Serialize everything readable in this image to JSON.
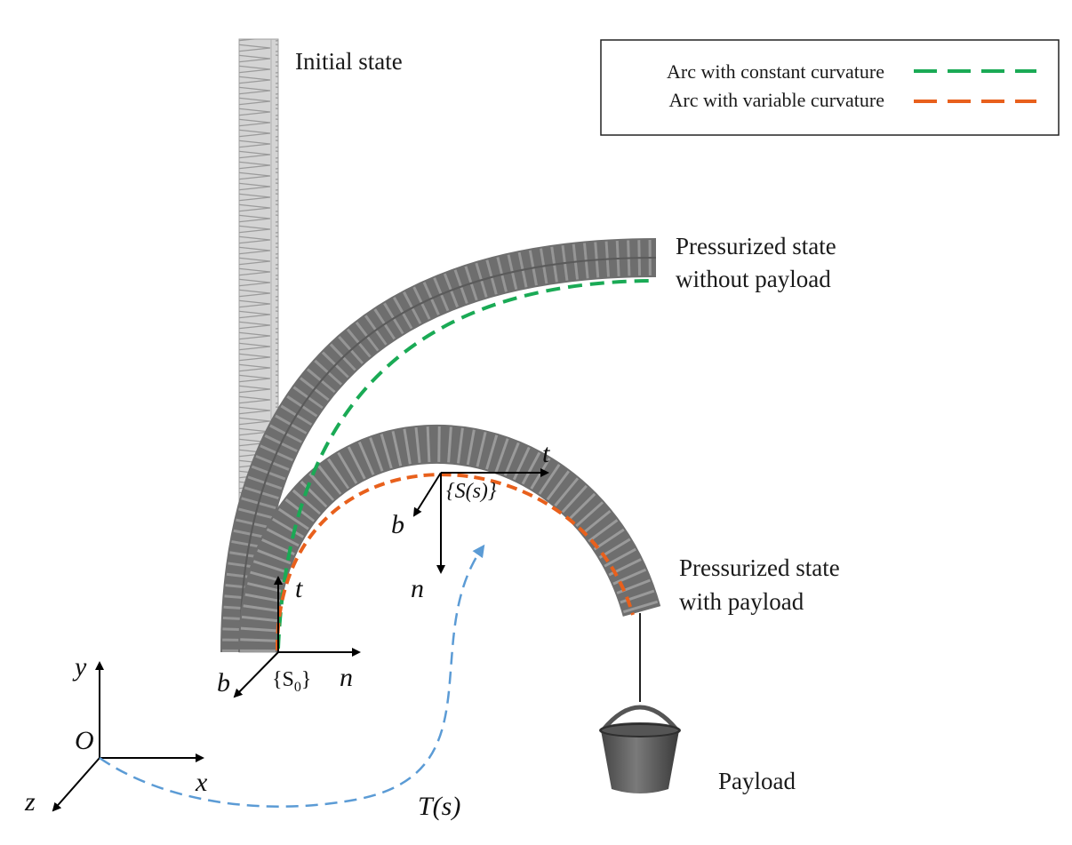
{
  "legend": {
    "items": [
      {
        "label": "Arc with constant curvature",
        "color": "#1aaa55"
      },
      {
        "label": "Arc with variable curvature",
        "color": "#e8601c"
      }
    ]
  },
  "labels": {
    "initial_state": "Initial state",
    "pressurized_no_payload_1": "Pressurized state",
    "pressurized_no_payload_2": "without payload",
    "pressurized_payload_1": "Pressurized state",
    "pressurized_payload_2": "with payload",
    "payload": "Payload"
  },
  "frames": {
    "s0": {
      "t": "t",
      "n": "n",
      "b": "b",
      "name": "{S",
      "sub": "0",
      "close": "}"
    },
    "ss": {
      "t": "t",
      "n": "n",
      "b": "b",
      "name": "{S(s)}"
    },
    "global": {
      "x": "x",
      "y": "y",
      "z": "z",
      "origin": "O"
    },
    "transform": "T(s)"
  },
  "colors": {
    "actuator": "#7a7a7a",
    "initial": "#c8c8c8",
    "transform_curve": "#5b9bd5",
    "bucket": "#555555"
  }
}
